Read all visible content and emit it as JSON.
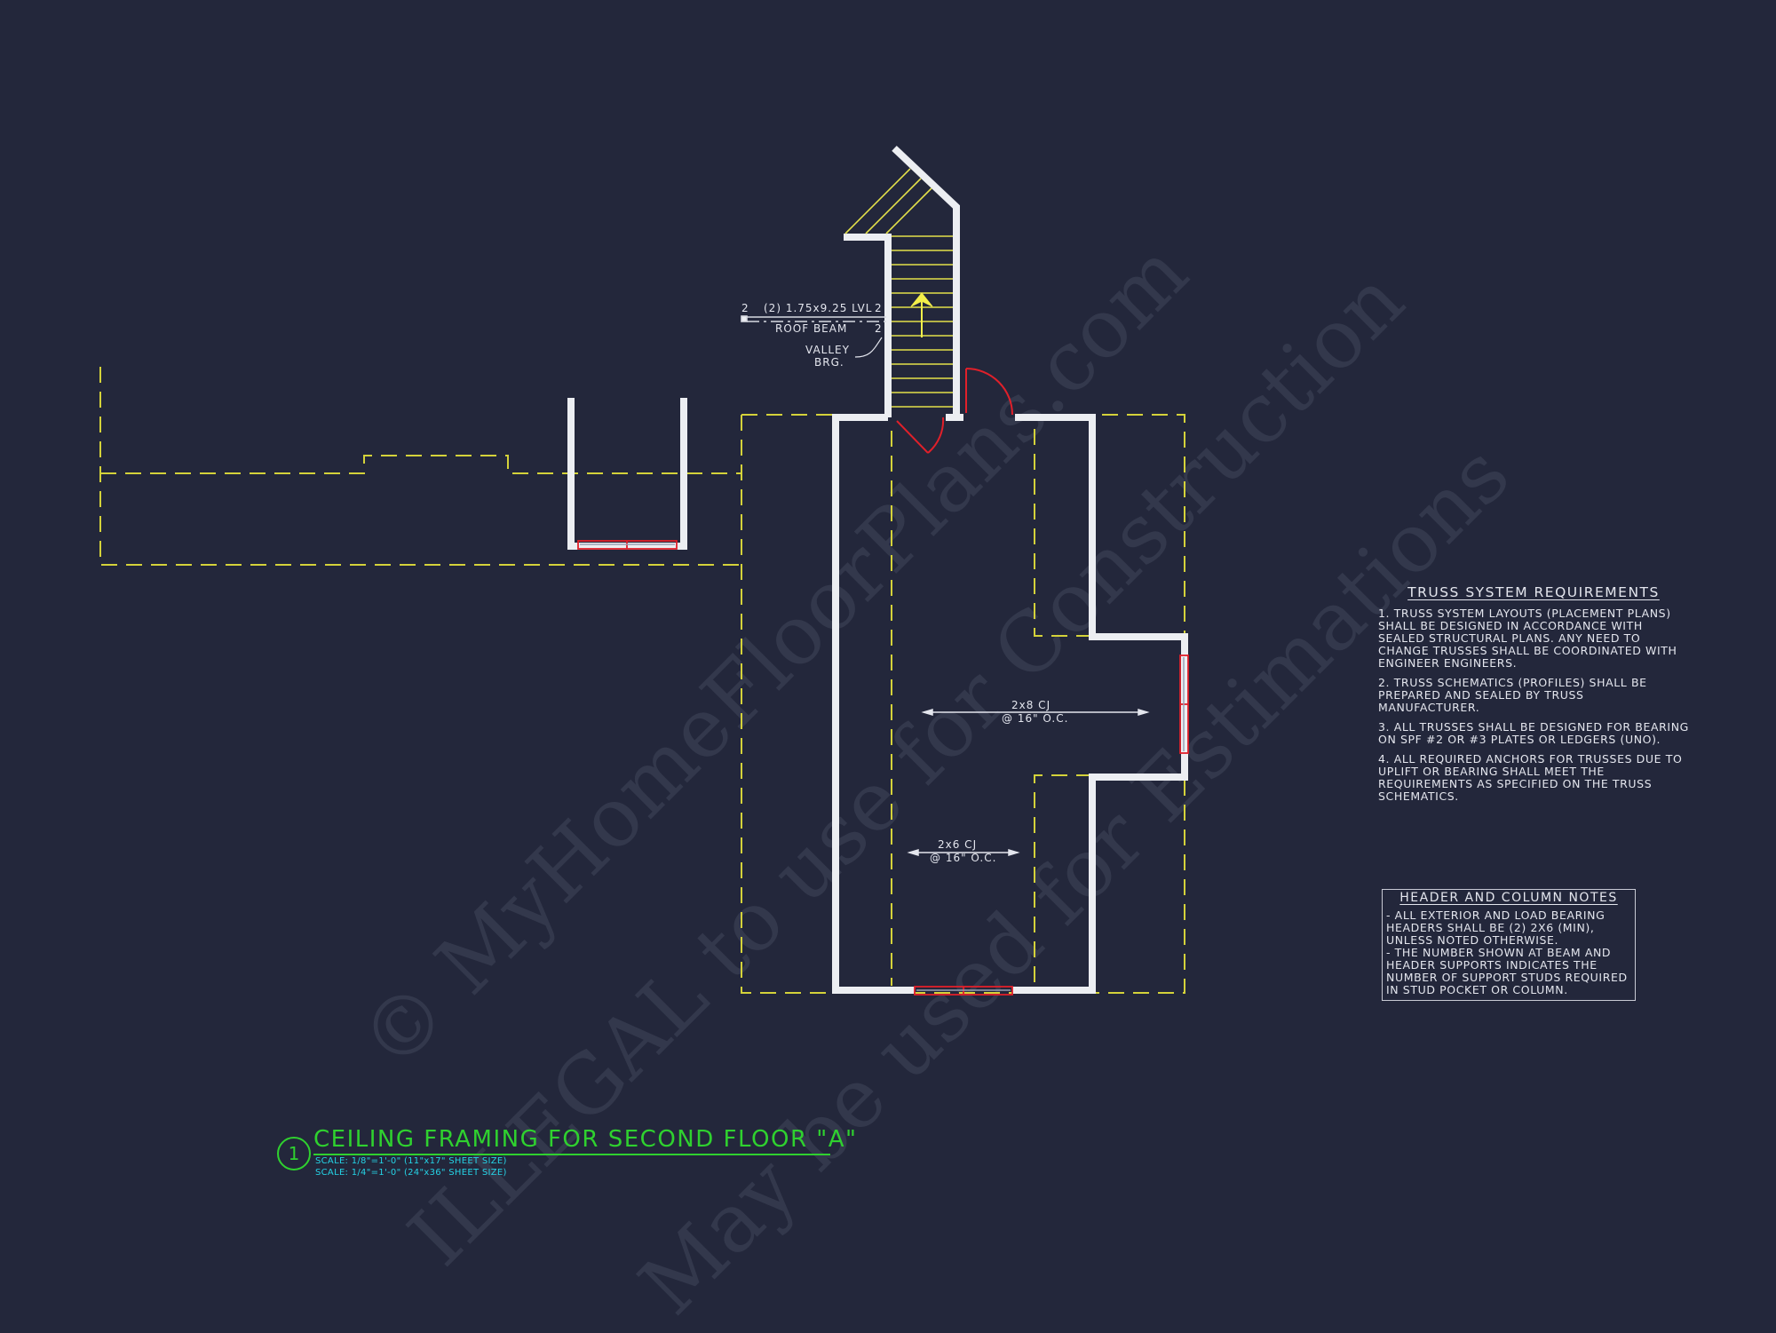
{
  "sheet": {
    "background": "#23273b",
    "colors": {
      "walls": "#eceef2",
      "dashed_outline": "#d4d23a",
      "stair_treads": "#e3e04a",
      "windows_doors": "#e0202a",
      "title": "#2fd12f",
      "scale_text": "#25d3e6",
      "notes_text": "#e4e6ee"
    }
  },
  "drawing": {
    "number": "1",
    "title": "CEILING FRAMING FOR SECOND FLOOR \"A\"",
    "scales": [
      "SCALE: 1/8\"=1'-0\" (11\"x17\" SHEET SIZE)",
      "SCALE: 1/4\"=1'-0\" (24\"x36\" SHEET SIZE)"
    ]
  },
  "annotations": {
    "beam_stud_left": "2",
    "beam_label": "(2) 1.75x9.25 LVL",
    "beam_stud_right": "2",
    "beam_name": "ROOF BEAM",
    "beam_stud_lower": "2",
    "valley_line1": "VALLEY",
    "valley_line2": "BRG.",
    "cj_upper_size": "2x8 CJ",
    "cj_upper_spacing": "@ 16\" O.C.",
    "cj_lower_size": "2x6 CJ",
    "cj_lower_spacing": "@ 16\" O.C.",
    "stair_direction_icon": "up-arrow"
  },
  "truss_notes": {
    "title": "TRUSS SYSTEM REQUIREMENTS",
    "items": [
      "1. TRUSS SYSTEM LAYOUTS (PLACEMENT PLANS) SHALL BE DESIGNED IN ACCORDANCE WITH SEALED STRUCTURAL PLANS. ANY NEED TO CHANGE TRUSSES SHALL BE COORDINATED WITH ENGINEER ENGINEERS.",
      "2. TRUSS SCHEMATICS (PROFILES) SHALL BE PREPARED AND SEALED BY TRUSS MANUFACTURER.",
      "3. ALL TRUSSES SHALL BE DESIGNED FOR BEARING ON SPF #2 OR #3 PLATES OR LEDGERS (UNO).",
      "4. ALL REQUIRED ANCHORS FOR TRUSSES DUE TO UPLIFT OR BEARING SHALL MEET THE REQUIREMENTS AS SPECIFIED ON THE TRUSS SCHEMATICS."
    ]
  },
  "header_notes": {
    "title": "HEADER AND COLUMN NOTES",
    "items": [
      "- ALL EXTERIOR AND LOAD BEARING HEADERS SHALL BE (2) 2x6 (MIN), UNLESS NOTED OTHERWISE.",
      "- THE NUMBER SHOWN AT BEAM AND HEADER SUPPORTS INDICATES THE NUMBER OF SUPPORT STUDS REQUIRED IN STUD POCKET OR COLUMN."
    ]
  },
  "watermark": {
    "line1": "© MyHomeFloorPlans.com",
    "line2": "ILLEGAL to use for Construction",
    "line3": "May be used for Estimations"
  }
}
